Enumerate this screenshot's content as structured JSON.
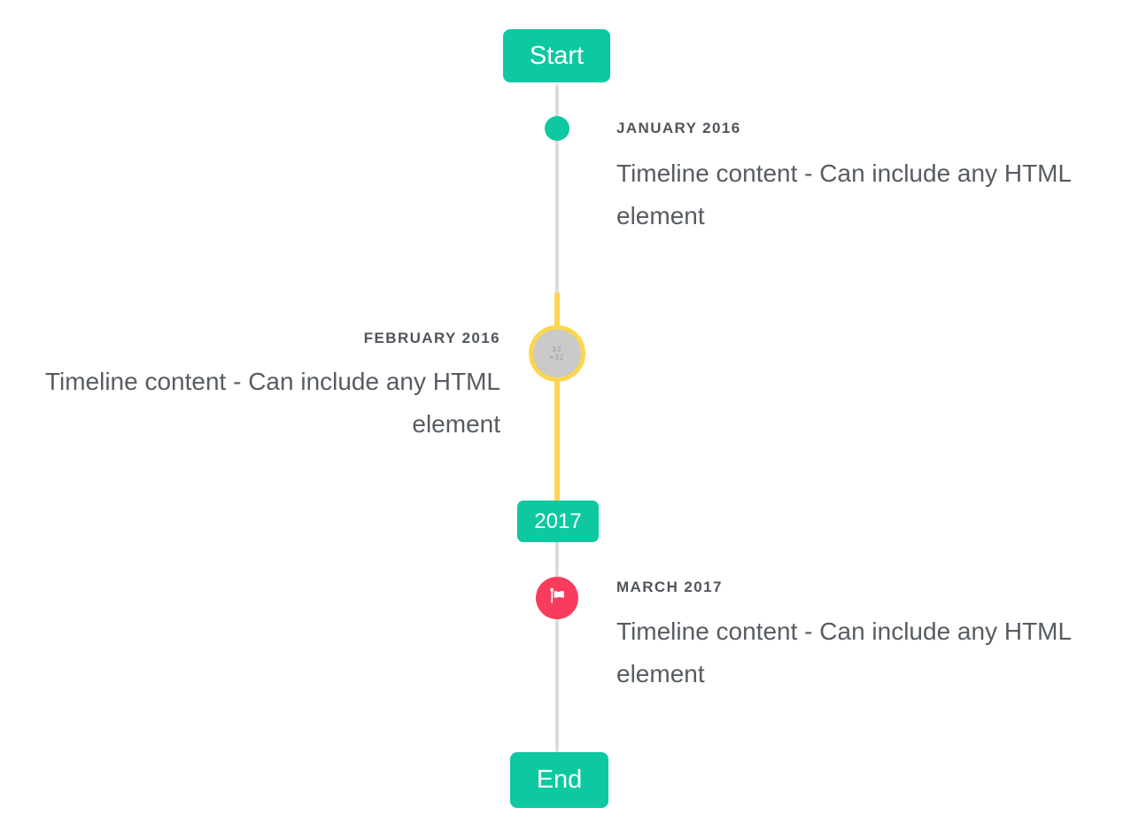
{
  "timeline": {
    "start_label": "Start",
    "end_label": "End",
    "year_badge": "2017",
    "colors": {
      "accent_teal": "#0ec8a2",
      "accent_yellow": "#fcd64e",
      "accent_red": "#f93b5e",
      "line_gray": "#dcdcdc",
      "marker_gray_fill": "#cacaca",
      "label_text": "#50555b",
      "content_text": "#575c62"
    },
    "events": [
      {
        "id": "january-2016",
        "side": "right",
        "label": "JANUARY 2016",
        "content": "Timeline content - Can include any HTML element",
        "marker": "teal-dot"
      },
      {
        "id": "february-2016",
        "side": "left",
        "label": "FEBRUARY 2016",
        "content": "Timeline content - Can include any HTML element",
        "marker": "gray-circle-yellow-ring",
        "marker_text": [
          "32",
          "×32"
        ]
      },
      {
        "id": "march-2017",
        "side": "right",
        "label": "MARCH 2017",
        "content": "Timeline content - Can include any HTML element",
        "marker": "red-flag"
      }
    ]
  }
}
